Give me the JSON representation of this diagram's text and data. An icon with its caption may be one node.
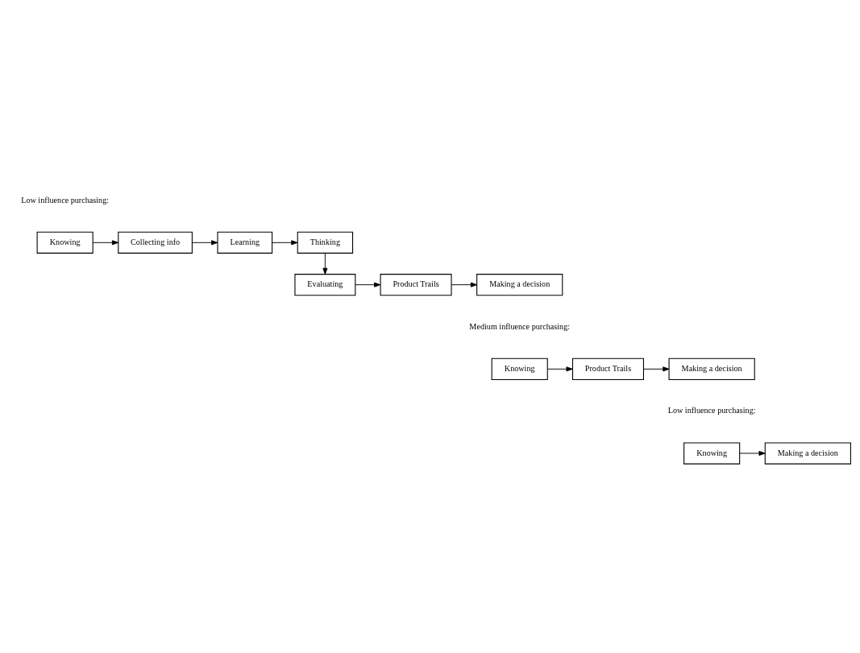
{
  "diagram": {
    "nodes": [
      {
        "text": [
          "Knowing"
        ]
      },
      {
        "text": [
          "Collecting info"
        ]
      },
      {
        "text": [
          "Learning"
        ]
      },
      {
        "text": [
          "Thinking"
        ]
      },
      {
        "text": [
          "Evaluating"
        ]
      },
      {
        "text": [
          "Product Trails"
        ]
      },
      {
        "text": [
          "Making a decision"
        ]
      },
      {
        "text": [
          "Knowing"
        ]
      },
      {
        "text": [
          "Product Trails"
        ]
      },
      {
        "text": [
          "Making a decision"
        ]
      },
      {
        "text": [
          "Knowing"
        ]
      },
      {
        "text": [
          "Making a decision"
        ]
      }
    ],
    "edges": [
      {
        "from": 0,
        "to": 1,
        "arrow": "to"
      },
      {
        "from": 1,
        "to": 2,
        "arrow": "to"
      },
      {
        "from": 2,
        "to": 3,
        "arrow": "to"
      },
      {
        "from": 3,
        "to": 4,
        "arrow": "to"
      },
      {
        "from": 4,
        "to": 5,
        "arrow": "to"
      },
      {
        "from": 5,
        "to": 6,
        "arrow": "to"
      },
      {
        "from": 7,
        "to": 8,
        "arrow": "to"
      },
      {
        "from": 8,
        "to": 9,
        "arrow": "to"
      },
      {
        "from": 10,
        "to": 11,
        "arrow": "to"
      }
    ],
    "labels": [
      "Low influence purchasing:",
      "Medium influence purchasing:",
      "Low influence purchasing:"
    ]
  }
}
